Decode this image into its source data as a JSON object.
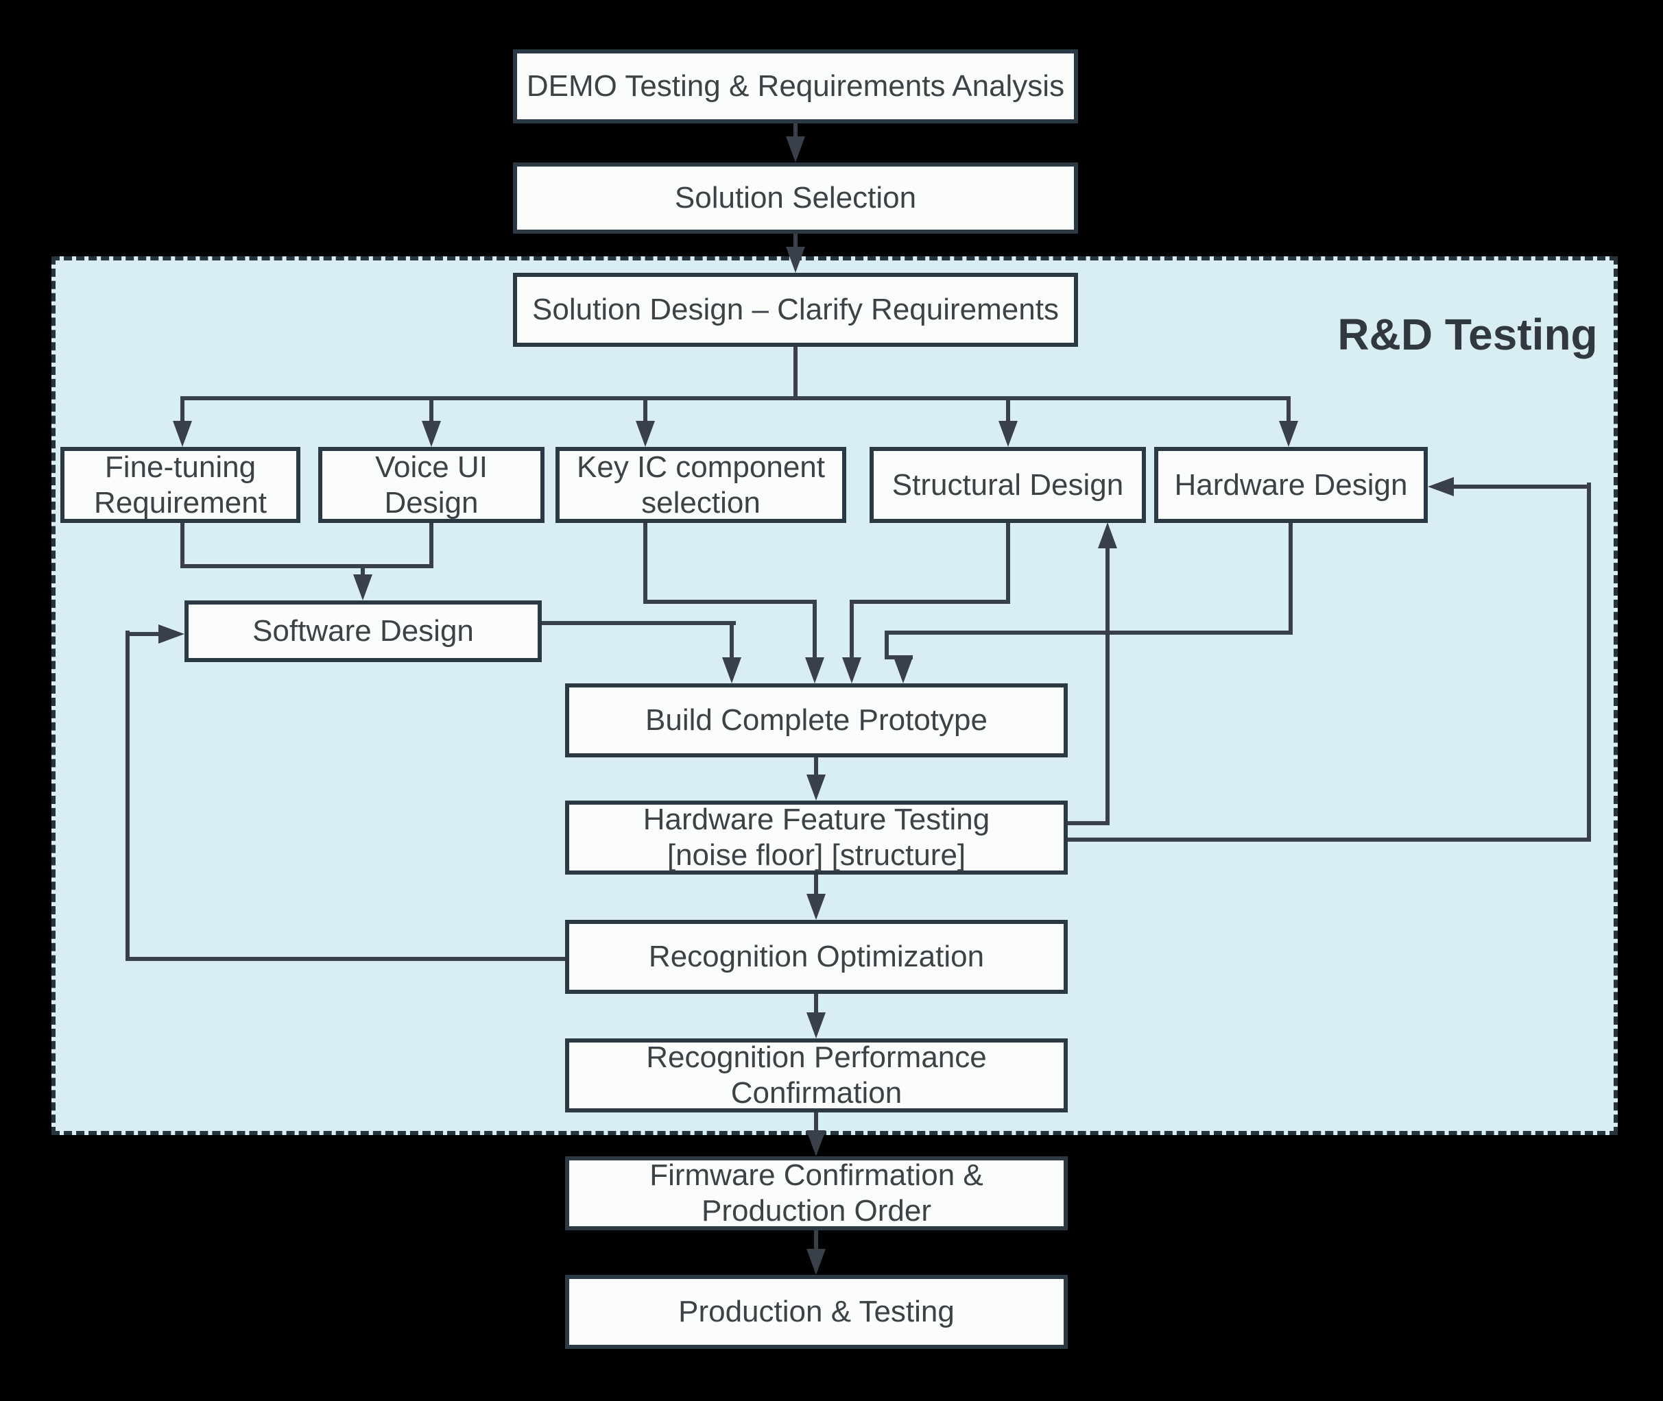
{
  "region": {
    "label": "R&D Testing"
  },
  "nodes": {
    "demo": {
      "label": "DEMO Testing & Requirements Analysis"
    },
    "solution_selection": {
      "label": "Solution Selection"
    },
    "solution_design": {
      "label": "Solution Design – Clarify Requirements"
    },
    "fine_tuning": {
      "lines": [
        "Fine-tuning",
        "Requirement"
      ]
    },
    "voice_ui": {
      "lines": [
        "Voice UI",
        "Design"
      ]
    },
    "key_ic": {
      "lines": [
        "Key IC component",
        "selection"
      ]
    },
    "structural": {
      "label": "Structural Design"
    },
    "hardware": {
      "label": "Hardware Design"
    },
    "software": {
      "label": "Software Design"
    },
    "build_prototype": {
      "label": "Build Complete Prototype"
    },
    "hardware_feature_testing": {
      "lines": [
        "Hardware Feature Testing",
        "[noise floor] [structure]"
      ]
    },
    "recognition_optimization": {
      "label": "Recognition Optimization"
    },
    "recognition_performance": {
      "lines": [
        "Recognition Performance",
        "Confirmation"
      ]
    },
    "firmware_confirmation": {
      "lines": [
        "Firmware Confirmation &",
        "Production Order"
      ]
    },
    "production_testing": {
      "label": "Production & Testing"
    }
  },
  "colors": {
    "canvas_bg": "#000000",
    "region_fill": "#d9eef2",
    "region_border": "#273440",
    "node_fill": "#fbfcfc",
    "node_border": "#2b3945",
    "line": "#39404a",
    "text": "#3d4246",
    "title_text": "#31383f"
  }
}
